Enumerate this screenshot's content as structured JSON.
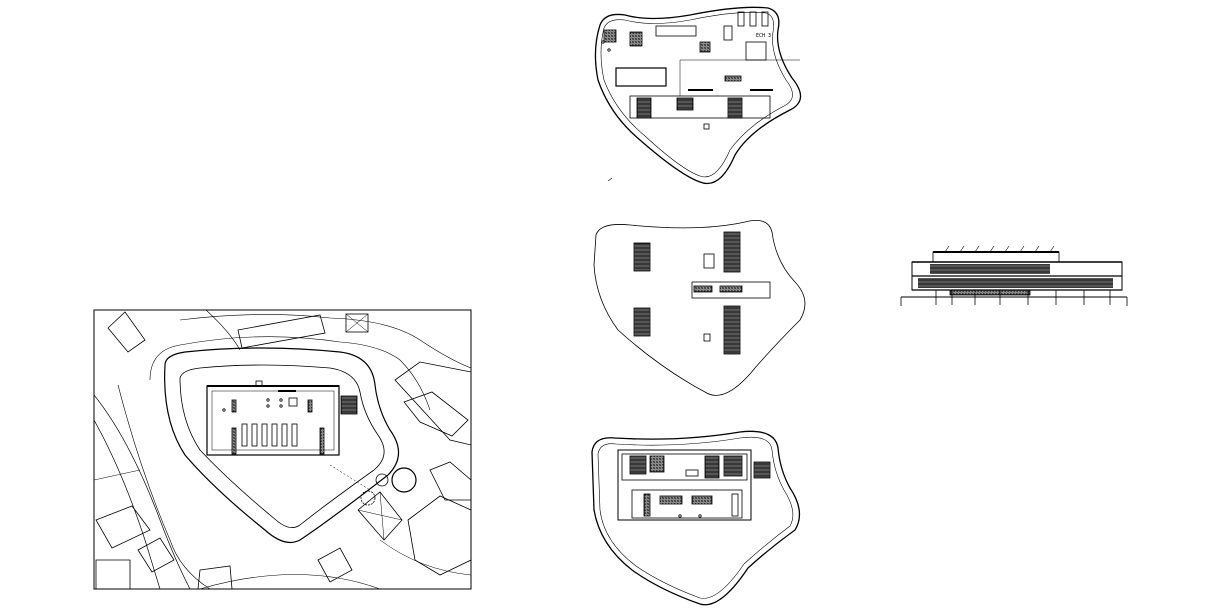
{
  "canvas": {
    "background": "#ffffff",
    "line_color": "#000000",
    "hatch_color": "#555555"
  },
  "labels": {
    "upper_plan_tag": "ECH 3"
  },
  "sheets": [
    {
      "id": "site-plan",
      "kind": "site plan"
    },
    {
      "id": "upper-floor-plan",
      "kind": "floor plan"
    },
    {
      "id": "middle-floor-plan",
      "kind": "floor plan"
    },
    {
      "id": "ground-floor-plan",
      "kind": "floor plan"
    },
    {
      "id": "section",
      "kind": "building section"
    }
  ]
}
